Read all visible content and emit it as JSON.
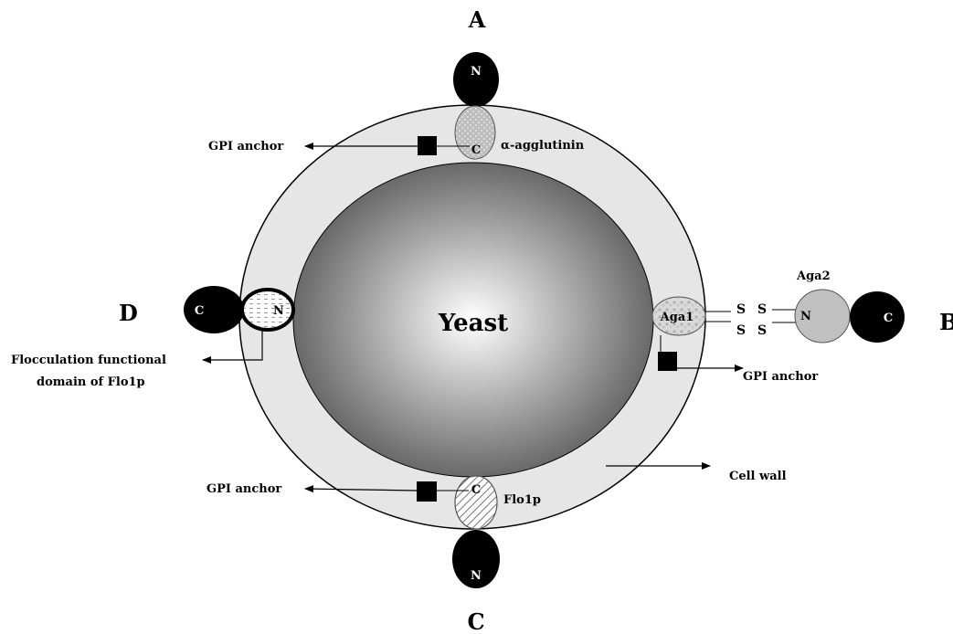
{
  "center_label": "Yeast",
  "cell_wall_label": "Cell wall",
  "panels": {
    "A": {
      "letter": "A",
      "protein_label": "α-agglutinin",
      "n_label": "N",
      "c_label": "C",
      "gpi_label": "GPI anchor"
    },
    "B": {
      "letter": "B",
      "aga1_label": "Aga1",
      "aga2_label": "Aga2",
      "n_label": "N",
      "c_label": "C",
      "s_labels": [
        "S",
        "S",
        "S",
        "S"
      ],
      "gpi_label": "GPI anchor"
    },
    "C": {
      "letter": "C",
      "protein_label": "Flo1p",
      "n_label": "N",
      "c_label": "C",
      "gpi_label": "GPI anchor"
    },
    "D": {
      "letter": "D",
      "n_label": "N",
      "c_label": "C",
      "domain_label_line1": "Flocculation functional",
      "domain_label_line2": "domain of Flo1p"
    }
  },
  "colors": {
    "cell_wall_fill": "#e6e6e6",
    "yeast_center": "#ffffff",
    "yeast_edge": "#555555",
    "domain_black": "#000000",
    "domain_gray": "#c0c0c0"
  }
}
